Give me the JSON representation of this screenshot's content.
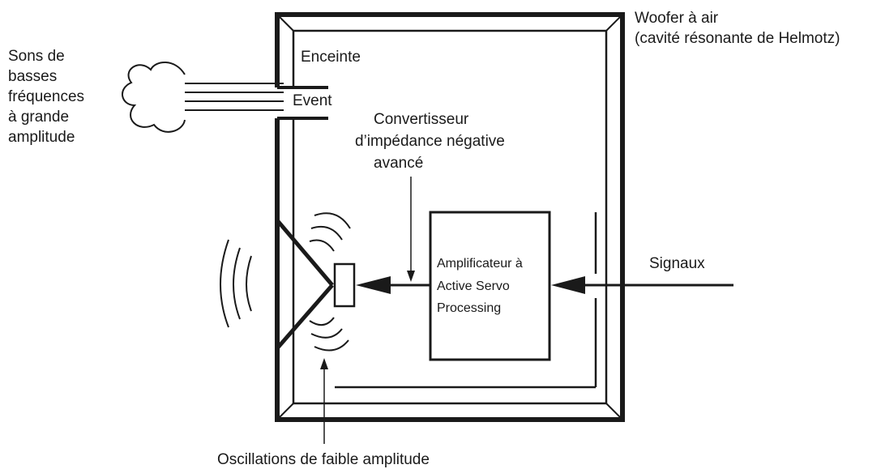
{
  "labels": {
    "sons_line1": "Sons de",
    "sons_line2": "basses",
    "sons_line3": "fréquences",
    "sons_line4": "à grande",
    "sons_line5": "amplitude",
    "enceinte": "Enceinte",
    "event": "Event",
    "woofer_line1": "Woofer à air",
    "woofer_line2": "(cavité résonante de Helmotz)",
    "conv_line1": "Convertisseur",
    "conv_line2": "d’impédance négative",
    "conv_line3": "avancé",
    "amp_line1": "Amplificateur à",
    "amp_line2": "Active Servo",
    "amp_line3": "Processing",
    "signaux": "Signaux",
    "oscillations": "Oscillations de faible amplitude"
  },
  "colors": {
    "stroke": "#1a1a1a",
    "background": "#ffffff"
  }
}
